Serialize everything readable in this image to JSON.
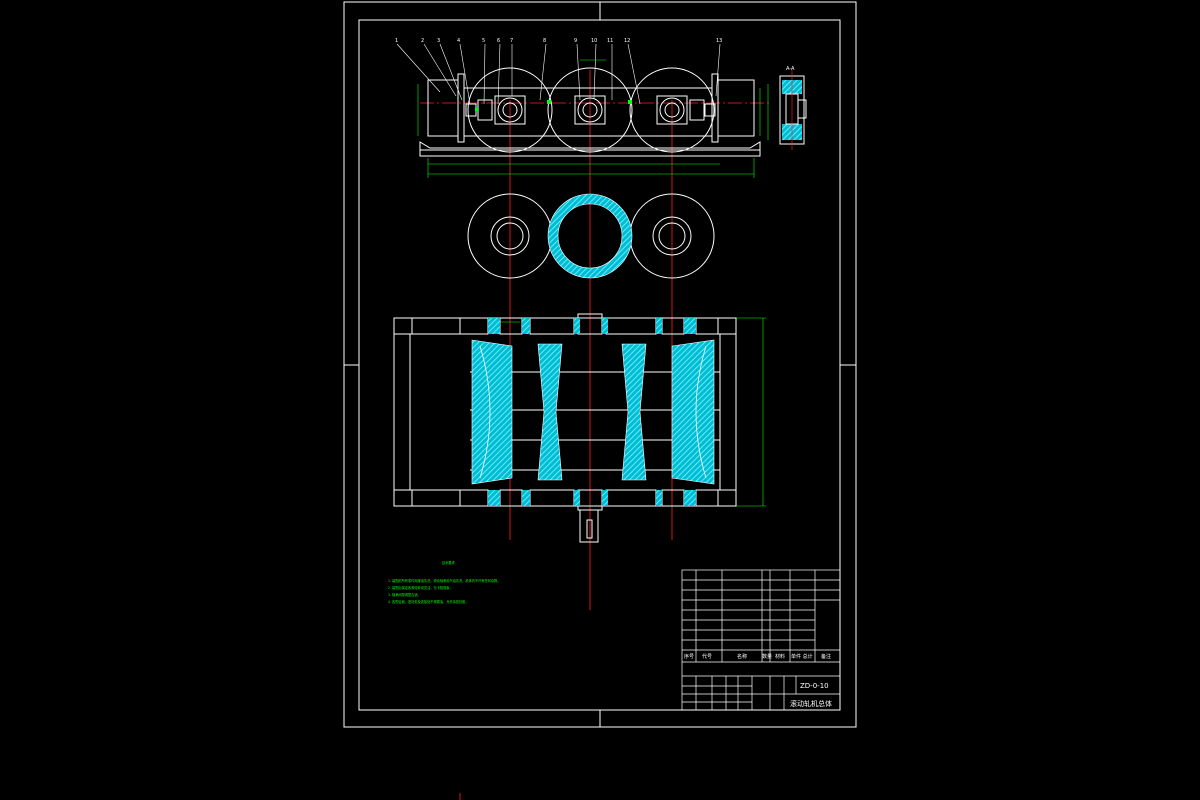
{
  "colors": {
    "background": "#000000",
    "outline": "#ffffff",
    "centerline": "#ff2020",
    "section_fill": "#00e5ff",
    "dimension": "#00ff00"
  },
  "part_labels": [
    "1",
    "2",
    "3",
    "4",
    "5",
    "6",
    "7",
    "8",
    "9",
    "10",
    "11",
    "12",
    "13"
  ],
  "section_label": "A-A",
  "notes": {
    "title": "技术要求",
    "items": [
      "1. 装配前所有零件用煤油清洗，滚动轴承用汽油清洗，机体内不许有任何杂物。",
      "2. 装配后保证各滚轮转动灵活，无卡阻现象。",
      "3. 轴承间隙调整合适。",
      "4. 各配合面、密封处及连接处不得漏油，允许涂密封胶。"
    ]
  },
  "title_block": {
    "drawing_no": "ZD-0-10",
    "drawing_name": "滚动轧机总体",
    "header_cols": [
      "序号",
      "代号",
      "名称",
      "数量",
      "材料",
      "单件 总计",
      "备注"
    ]
  }
}
